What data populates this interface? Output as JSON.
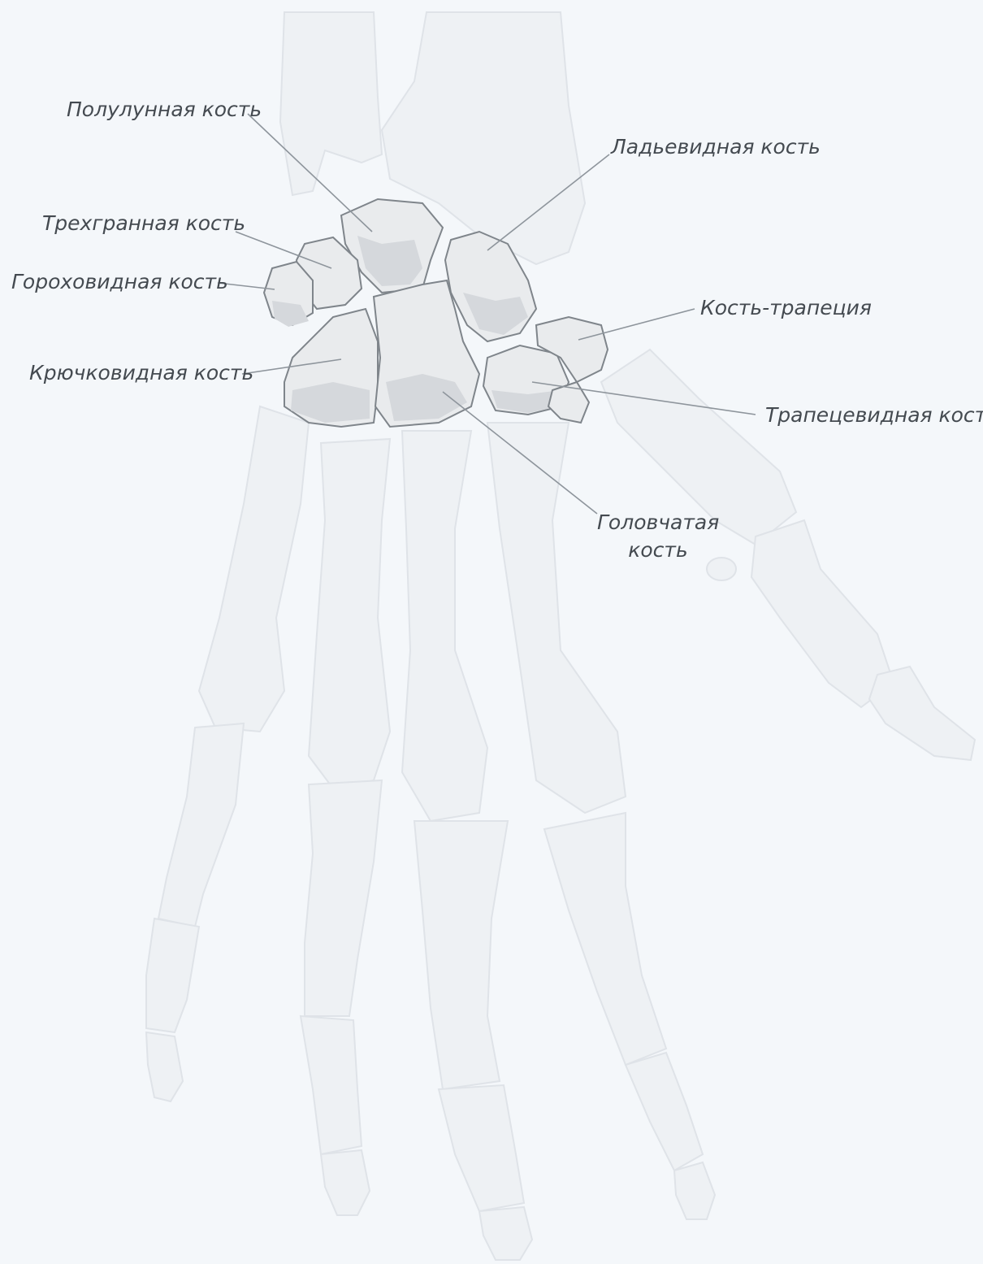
{
  "labels": {
    "lunate": "Полулунная кость",
    "scaphoid": "Ладьевидная кость",
    "triquetrum": "Трехгранная кость",
    "pisiform": "Гороховидная кость",
    "trapezium": "Кость-трапеция",
    "hamate": "Крючковидная кость",
    "trapezoid": "Трапецевидная кость",
    "capitate_line1": "Головчатая",
    "capitate_line2": "кость"
  },
  "colors": {
    "background": "#f4f7fa",
    "ghost_bone": "#eef1f4",
    "carpal_bone": "#e9ebed",
    "label_text": "#444a50",
    "leader_line": "#8e959c"
  }
}
